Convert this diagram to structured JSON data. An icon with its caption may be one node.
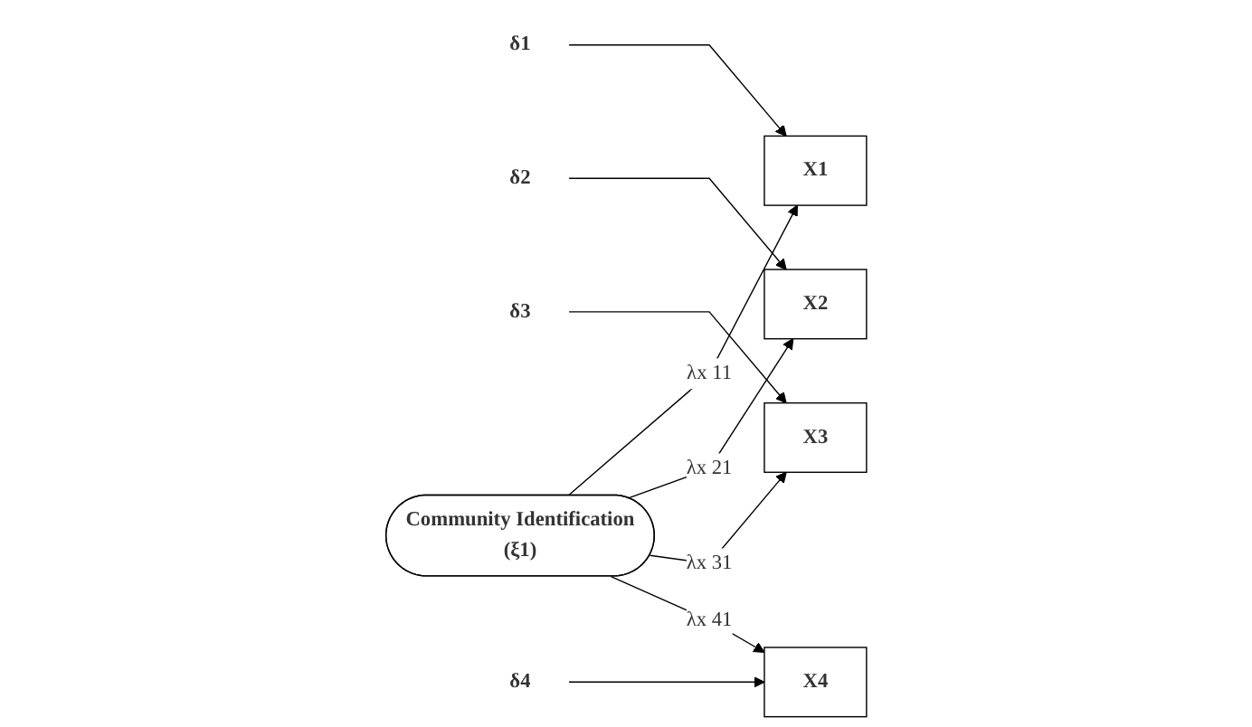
{
  "diagram": {
    "nodes": [
      {
        "text": [
          "δ1"
        ]
      },
      {
        "text": [
          "X1"
        ]
      },
      {
        "text": [
          "δ2"
        ]
      },
      {
        "text": [
          "X2"
        ]
      },
      {
        "text": [
          "δ3"
        ]
      },
      {
        "text": [
          "X3"
        ]
      },
      {
        "text": [
          "δ4"
        ]
      },
      {
        "text": [
          "X4"
        ]
      },
      {
        "text": [
          "Community Identification",
          "(ξ1)"
        ]
      }
    ],
    "edges": [
      {
        "from": 0,
        "to": 1,
        "arrow": "to"
      },
      {
        "from": 2,
        "to": 3,
        "arrow": "to"
      },
      {
        "from": 4,
        "to": 5,
        "arrow": "to"
      },
      {
        "from": 6,
        "to": 7,
        "arrow": "to"
      },
      {
        "from": 8,
        "to": 1,
        "arrow": "to",
        "label": "λx 11"
      },
      {
        "from": 8,
        "to": 3,
        "arrow": "to",
        "label": "λx 21"
      },
      {
        "from": 8,
        "to": 5,
        "arrow": "to",
        "label": "λx 31"
      },
      {
        "from": 8,
        "to": 7,
        "arrow": "to",
        "label": "λx 41"
      }
    ]
  }
}
